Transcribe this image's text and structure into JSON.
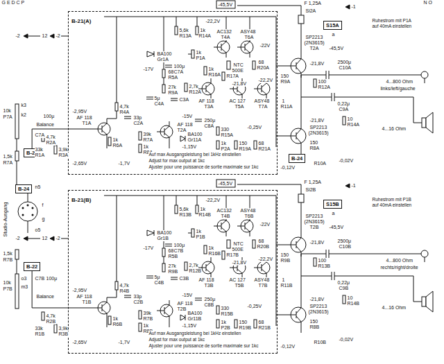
{
  "diagram": {
    "nodes": [
      {
        "text": [
          "B-21(A)"
        ]
      },
      {
        "text": [
          "B-22"
        ]
      },
      {
        "text": [
          "B-24"
        ]
      },
      {
        "text": [
          "S15A"
        ]
      },
      {
        "text": [
          "B-24"
        ]
      },
      {
        "text": [
          "B-21(B)"
        ]
      },
      {
        "text": [
          "B-22"
        ]
      },
      {
        "text": [
          "S15B"
        ]
      }
    ],
    "edges": [
      {
        "from": 1,
        "to": 0,
        "arrow": "none"
      },
      {
        "from": 6,
        "to": 5,
        "arrow": "none"
      }
    ],
    "labels": [
      "G E D C P",
      "N O",
      "Studio-Ausgang",
      "n5",
      "f",
      "g",
      "o5",
      "-2",
      "12",
      "-2",
      "-2",
      "12",
      "-2",
      "10k",
      "P7A",
      "k3",
      "k2",
      "Balance",
      "100μ",
      "C7A",
      "1,5k",
      "R7A",
      "1,5k",
      "R7B",
      "o3",
      "m3",
      "10k",
      "P7B",
      "Balance",
      "100μ",
      "C7B",
      "-2,95V",
      "4,7k",
      "R4A",
      "AF 118",
      "T1A",
      "33p",
      "C2A",
      "4,7k",
      "R2A",
      "33k",
      "R1A",
      "3,9k",
      "R3A",
      "1k",
      "R6A",
      "39k",
      "R7A",
      "1k",
      "R8A",
      "-2,65V",
      "-1,7V",
      "-17V",
      "5μ",
      "C4A",
      "680k",
      "R5A",
      "27k",
      "R9A",
      "2,7k",
      "R12A",
      "C3A",
      "-15V",
      "AF 118",
      "T2A",
      "BA100",
      "Gr11A",
      "-1,15V",
      "330",
      "R15A",
      "250μ",
      "C8A",
      "1k",
      "P2A",
      "150",
      "R19A",
      "68",
      "R21A",
      "-0,25V",
      "-21,8V",
      "AF 118",
      "T3A",
      "AC 127",
      "T5A",
      "ASY48",
      "T7A",
      "AC132",
      "T4A",
      "ASY48",
      "T6A",
      "5,6k",
      "R13A",
      "1k",
      "R14A",
      "-22,2V",
      "BA100",
      "Gr1A",
      "1k",
      "P1A",
      "100μ",
      "C7A",
      "NTC",
      "500E",
      "-22V",
      "1k",
      "R16A",
      "R17A",
      "68",
      "R20A",
      "-22,2V",
      "-0,12V",
      "Auf max Ausgangsleistung bei 1kHz einstellen",
      "Adjust for max output at 1kc",
      "Ajuster pour une puissance de sortie maximale sur 1kc",
      "-45,5V",
      "F 1,25A",
      "Si2A",
      "a",
      "SP2213",
      "(2N3615)",
      "T2A",
      "-45,5V",
      "-1",
      "Ruhestrom mit P1A",
      "auf 40mA einstellen",
      "-21,8V",
      "2500μ",
      "C10A",
      "150",
      "R9A",
      "100",
      "R12A",
      "1",
      "R11A",
      "4...800 Ohm",
      "links/left/gauche",
      "0,22μ",
      "C9A",
      "10",
      "R14A",
      "4...16 Ohm",
      "SP2213",
      "(2N3615)",
      "-21,8V",
      "150",
      "R8A",
      "R10A",
      "-0,02V",
      "-2,95V",
      "4,7k",
      "R4B",
      "AF 118",
      "T1B",
      "33p",
      "C2B",
      "4,7k",
      "R2B",
      "33k",
      "R1B",
      "3,9k",
      "R3B",
      "1k",
      "R6B",
      "39k",
      "R7B",
      "1k",
      "R8B",
      "-2,65V",
      "-1,7V",
      "-17V",
      "5μ",
      "C4B",
      "680k",
      "R5B",
      "27k",
      "R9B",
      "2,7k",
      "R12B",
      "C3B",
      "-15V",
      "AF 118",
      "T2B",
      "BA100",
      "Gr11B",
      "-1,15V",
      "330",
      "R15B",
      "250μ",
      "C8B",
      "1k",
      "P2B",
      "150",
      "R19B",
      "68",
      "R21B",
      "-0,25V",
      "-21,8V",
      "AF 118",
      "T3B",
      "AC 127",
      "T5B",
      "ASY48",
      "T7B",
      "AC132",
      "T4B",
      "ASY48",
      "T6B",
      "5,6k",
      "R13B",
      "1k",
      "R14B",
      "-22,2V",
      "BA100",
      "Gr1B",
      "1k",
      "P1B",
      "100μ",
      "C7B",
      "NTC",
      "500E",
      "-22V",
      "1k",
      "R16B",
      "R17B",
      "68",
      "R20B",
      "-22,2V",
      "-0,12V",
      "Auf max Ausgangsleistung bei 1kHz einstellen",
      "Adjust for max output at 1kc",
      "Ajuster pour une puissance de sortie maximale sur 1kc",
      "-45,5V",
      "F 1,25A",
      "Si2B",
      "a",
      "SP2213",
      "(2N3615)",
      "T2B",
      "-45,5V",
      "-1",
      "Ruhestrom mit P1B",
      "auf 40mA einstellen",
      "-21,8V",
      "2500μ",
      "C10B",
      "150",
      "R9B",
      "100",
      "R13B",
      "1",
      "R11B",
      "4...800 Ohm",
      "rechts/right/droite",
      "0,22μ",
      "C9B",
      "10",
      "R14B",
      "4...16 Ohm",
      "SP2213",
      "(2N3615)",
      "-21,8V",
      "150",
      "R8B",
      "R10B",
      "-0,02V"
    ]
  }
}
